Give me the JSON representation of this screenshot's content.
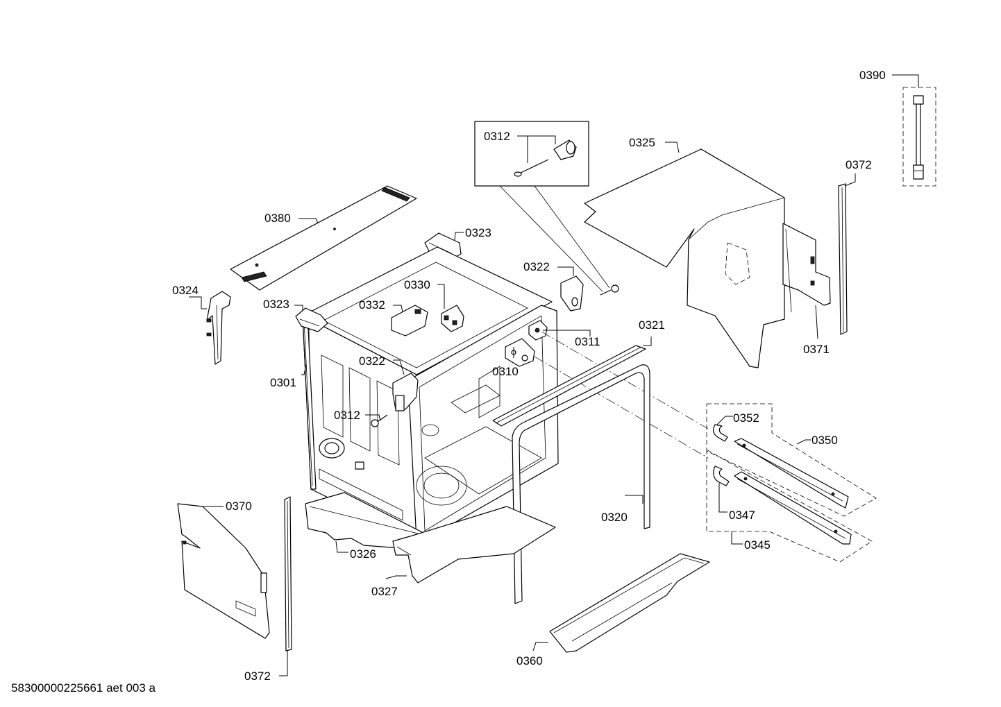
{
  "footer_code": "58300000225661 aet 003 a",
  "callouts": {
    "c0390": "0390",
    "c0325": "0325",
    "c0372_top": "0372",
    "c0312_inset": "0312",
    "c0380": "0380",
    "c0323_top": "0323",
    "c0322_top": "0322",
    "c0324": "0324",
    "c0330": "0330",
    "c0323_left": "0323",
    "c0332": "0332",
    "c0321": "0321",
    "c0311": "0311",
    "c0371": "0371",
    "c0322_mid": "0322",
    "c0310": "0310",
    "c0301": "0301",
    "c0312_mid": "0312",
    "c0352": "0352",
    "c0350": "0350",
    "c0370": "0370",
    "c0320": "0320",
    "c0347": "0347",
    "c0326": "0326",
    "c0345": "0345",
    "c0327": "0327",
    "c0360": "0360",
    "c0372_bottom": "0372"
  }
}
